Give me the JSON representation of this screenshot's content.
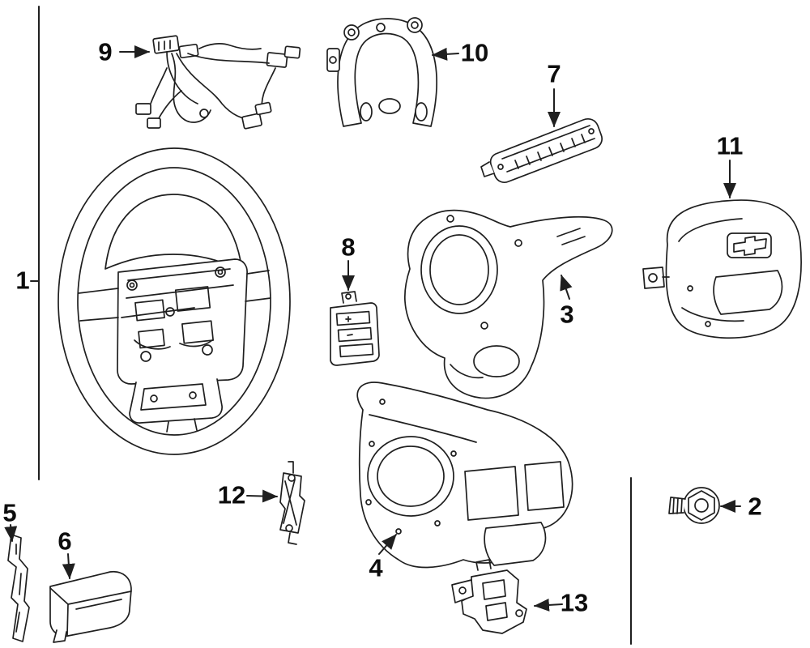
{
  "figure": {
    "type": "exploded-parts-diagram",
    "background_color": "#ffffff",
    "line_color": "#1f1f1f",
    "callouts": [
      {
        "label": "1"
      },
      {
        "label": "2"
      },
      {
        "label": "3"
      },
      {
        "label": "4"
      },
      {
        "label": "5"
      },
      {
        "label": "6"
      },
      {
        "label": "7"
      },
      {
        "label": "8"
      },
      {
        "label": "9"
      },
      {
        "label": "10"
      },
      {
        "label": "11"
      },
      {
        "label": "12"
      },
      {
        "label": "13"
      }
    ]
  }
}
